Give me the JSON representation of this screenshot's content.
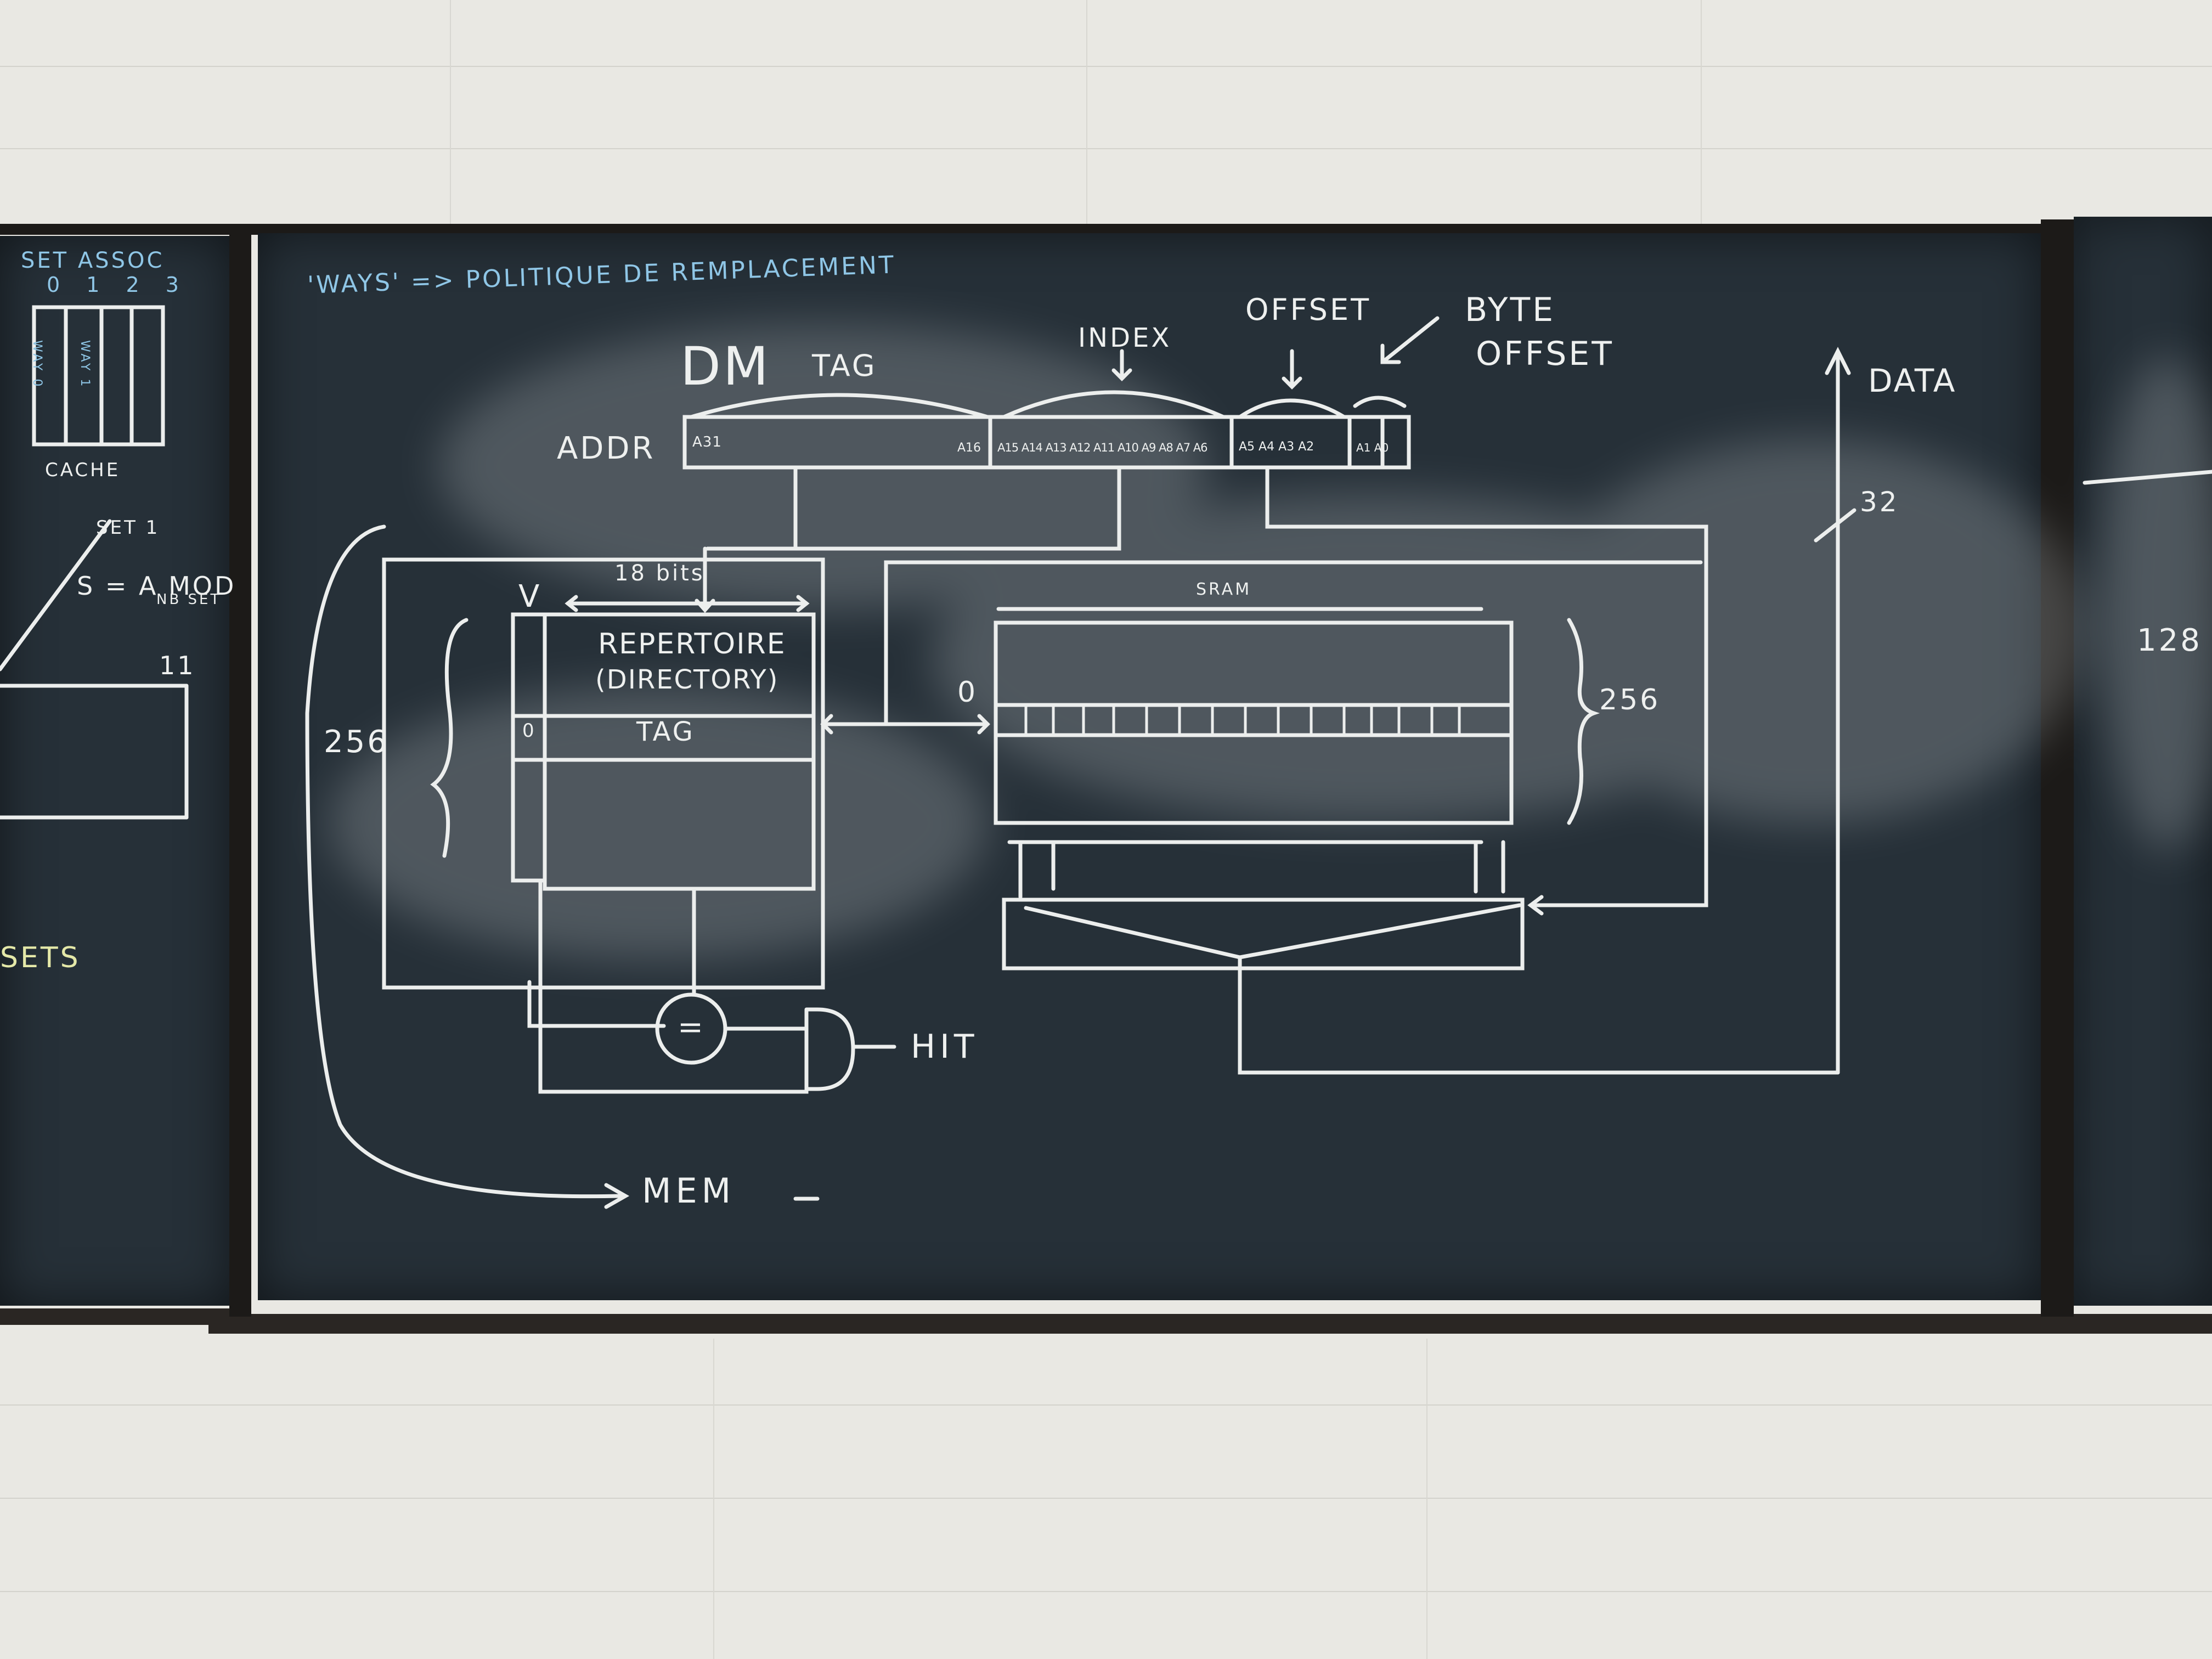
{
  "left_panel": {
    "set_assoc": "SET ASSOC",
    "way_numbers": "0 1 2 3",
    "way_a": "WAY 0",
    "way_b": "WAY 1",
    "cache": "CACHE",
    "set": "SET 1",
    "formula": "S = A MOD",
    "nb_set": "NB SET",
    "eleven": "11",
    "sets": "SETS"
  },
  "main_panel": {
    "ways_note": "'WAYS' => POLITIQUE DE REMPLACEMENT",
    "dm": "DM",
    "tag_field": "TAG",
    "index_field": "INDEX",
    "offset_field": "OFFSET",
    "byte_offset_1": "BYTE",
    "byte_offset_2": "OFFSET",
    "addr": "ADDR",
    "addr_bits": {
      "a31": "A31",
      "a16": "A16",
      "index_bits": "A15 A14 A13 A12 A11 A10 A9 A8 A7 A6",
      "offset_bits": "A5 A4 A3 A2",
      "byte_bits": "A1 A0"
    },
    "bits_18": "18 bits",
    "v_label": "V",
    "repertoire": "REPERTOIRE",
    "directory": "(DIRECTORY)",
    "valid_zero": "0",
    "tag_column": "TAG",
    "rows_256_left": "256",
    "sram": "SRAM",
    "rows_256_right": "256",
    "zero_row": "0",
    "eq": "=",
    "hit": "HIT",
    "data": "DATA",
    "bus_width": "32",
    "mem": "MEM"
  },
  "right_panel": {
    "value": "128"
  }
}
